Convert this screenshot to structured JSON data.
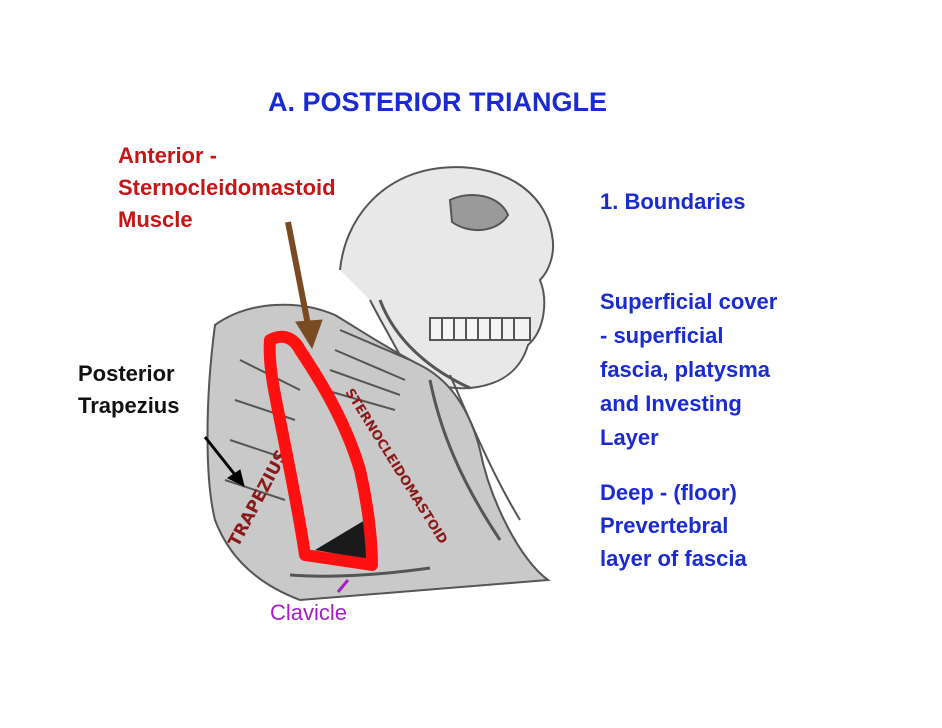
{
  "title": "A. POSTERIOR TRIANGLE",
  "anterior_label": [
    "Anterior -",
    "Sternocleidomastoid",
    "Muscle"
  ],
  "posterior_label": [
    "Posterior",
    "Trapezius"
  ],
  "boundaries_heading": "1. Boundaries",
  "superficial_text": [
    "Superficial cover",
    "- superficial",
    "fascia, platysma",
    "and Investing",
    "Layer"
  ],
  "deep_text": [
    "Deep -  (floor)",
    "Prevertebral",
    "layer of fascia"
  ],
  "clavicle_label": "Clavicle",
  "sketch_labels": {
    "trapezius": "TRAPEZIUS",
    "sternocleidomastoid": "STERNOCLEIDOMASTOID"
  },
  "colors": {
    "title": "#1a2bd1",
    "anterior": "#c41616",
    "triangle_outline": "#ff1010",
    "arrow": "#7a4a22",
    "clavicle": "#a31fc4"
  }
}
